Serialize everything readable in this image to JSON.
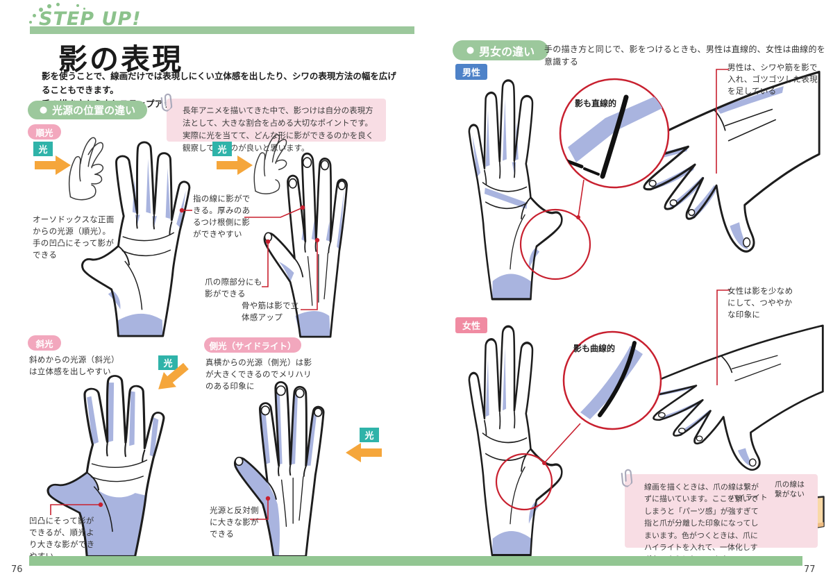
{
  "header": {
    "logo": "STEP UP!"
  },
  "left_page": {
    "page_number": "76",
    "title": "影の表現",
    "intro": "影を使うことで、線画だけでは表現しにくい立体感を出したり、シワの表現方法の幅を広げることもできます。\n手の描き方から少しステップアップして、影のつけ方を解説していきます。",
    "section": {
      "bullet": "●",
      "label": "光源の位置の違い"
    },
    "note": "長年アニメを描いてきた中で、影つけは自分の表現方法として、大きな割合を占める大切なポイントです。実際に光を当てて、どんな形に影ができるのかを良く観察して描くのが良いと思います。",
    "light_badge": "光",
    "junko": {
      "label": "順光",
      "desc": "オーソドックスな正面からの光源（順光）。手の凹凸にそって影ができる"
    },
    "shako": {
      "label": "斜光",
      "desc": "斜めからの光源（斜光）は立体感を出しやすい"
    },
    "sokko": {
      "label": "側光（サイドライト）",
      "desc": "真横からの光源（側光）は影が大きくできるのでメリハリのある印象に"
    },
    "annotations": {
      "finger_line": "指の線に影ができる。厚みのあるつけ根側に影ができやすい",
      "nail_edge": "爪の際部分にも影ができる",
      "bone": "骨や筋は影で立体感アップ",
      "unevenness": "凹凸にそって影ができるが、順光より大きな影ができやすい",
      "opposite": "光源と反対側に大きな影ができる"
    }
  },
  "right_page": {
    "page_number": "77",
    "section": {
      "bullet": "●",
      "label": "男女の違い"
    },
    "intro": "手の描き方と同じで、影をつけるときも、男性は直線的、女性は曲線的を意識する",
    "male": {
      "label": "男性",
      "circle_note": "影も直線的",
      "note": "男性は、シワや筋を影で入れ、ゴツゴツした表現を足している"
    },
    "female": {
      "label": "女性",
      "circle_note": "影も曲線的",
      "note": "女性は影を少なめにして、つややかな印象に"
    },
    "nail_box": {
      "text": "線画を描くときは、爪の線は繋がずに描いています。ここを繋いでしまうと「パーツ感」が強すぎて指と爪が分離した印象になってしまいます。色がつくときは、爪にハイライトを入れて、一体化しすぎないようにしています。",
      "highlight_label": "ハイライト",
      "nail_label": "爪の線は繋がない"
    }
  },
  "colors": {
    "green": "#9cc89c",
    "teal": "#2fb3a9",
    "orange": "#f5a63b",
    "pink_pill": "#f2a7bd",
    "pink_box": "#f8dde4",
    "blue_badge": "#4e82c8",
    "pink_badge": "#f08ba2",
    "shadow_blue": "#a9b4df",
    "red": "#c8202f",
    "ink": "#1d1d1d"
  }
}
